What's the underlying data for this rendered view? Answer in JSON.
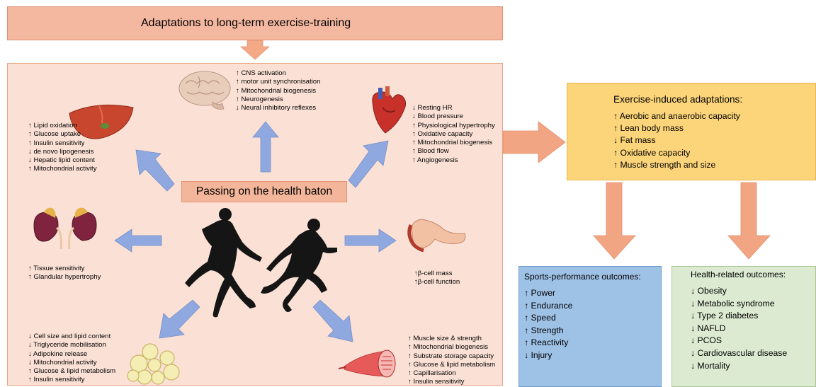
{
  "header": {
    "title": "Adaptations to long-term exercise-training"
  },
  "center": {
    "label": "Passing on the health baton"
  },
  "brain": {
    "items": [
      "↑ CNS activation",
      "↑ motor unit synchronisation",
      "↑ Mitochondrial biogenesis",
      "↑ Neurogenesis",
      "↓ Neural inhibitory reflexes"
    ]
  },
  "liver": {
    "items": [
      "↑ Lipid oxidation",
      "↑ Glucose uptake",
      "↑ Insulin sensitivity",
      "↓ de novo lipogenesis",
      "↓ Hepatic lipid content",
      "↑ Mitochondrial activity"
    ]
  },
  "heart": {
    "items": [
      "↓ Resting HR",
      "↓ Blood pressure",
      "↑ Physiological hypertrophy",
      "↑ Oxidative capacity",
      "↑ Mitochondrial biogenesis",
      "↑ Blood flow",
      "↑ Angiogenesis"
    ]
  },
  "adrenal": {
    "items": [
      "↑ Tissue sensitivity",
      "↑ Glandular hypertrophy"
    ]
  },
  "pancreas": {
    "items": [
      "↑β-cell mass",
      "↑β-cell function"
    ]
  },
  "adipose": {
    "items": [
      "↓ Cell size and lipid content",
      "↓ Triglyceride mobilisation",
      "↓ Adipokine release",
      "↓ Mitochondrial activity",
      "↑ Glucose & lipid metabolism",
      "↑ Insulin sensitivity"
    ]
  },
  "muscle": {
    "items": [
      "↑ Muscle size & strength",
      "↑ Mitochondrial biogenesis",
      "↑ Substrate storage capacity",
      "↑ Glucose & lipid metabolism",
      "↑ Capillarisation",
      "↑ Insulin sensitivity"
    ]
  },
  "adaptations": {
    "title": "Exercise-induced adaptations:",
    "items": [
      "↑ Aerobic and anaerobic capacity",
      "↑ Lean body mass",
      "↓ Fat mass",
      "↑ Oxidative capacity",
      "↑ Muscle strength and size"
    ]
  },
  "sports": {
    "title": "Sports-performance outcomes:",
    "items": [
      "↑ Power",
      "↑ Endurance",
      "↑ Speed",
      "↑ Strength",
      "↑ Reactivity",
      "↓ Injury"
    ]
  },
  "health": {
    "title": "Health-related outcomes:",
    "items": [
      "↓ Obesity",
      "↓ Metabolic syndrome",
      "↓ Type 2 diabetes",
      "↓ NAFLD",
      "↓ PCOS",
      "↓ Cardiovascular disease",
      "↓ Mortality"
    ]
  },
  "colors": {
    "header_bg": "#f4b7a0",
    "panel_bg": "#fbe1d5",
    "arrow_blue": "#8fa8df",
    "arrow_orange": "#f2a583",
    "adapt_bg": "#fcd57a",
    "sports_bg": "#9ec1e6",
    "health_bg": "#dbead0"
  }
}
